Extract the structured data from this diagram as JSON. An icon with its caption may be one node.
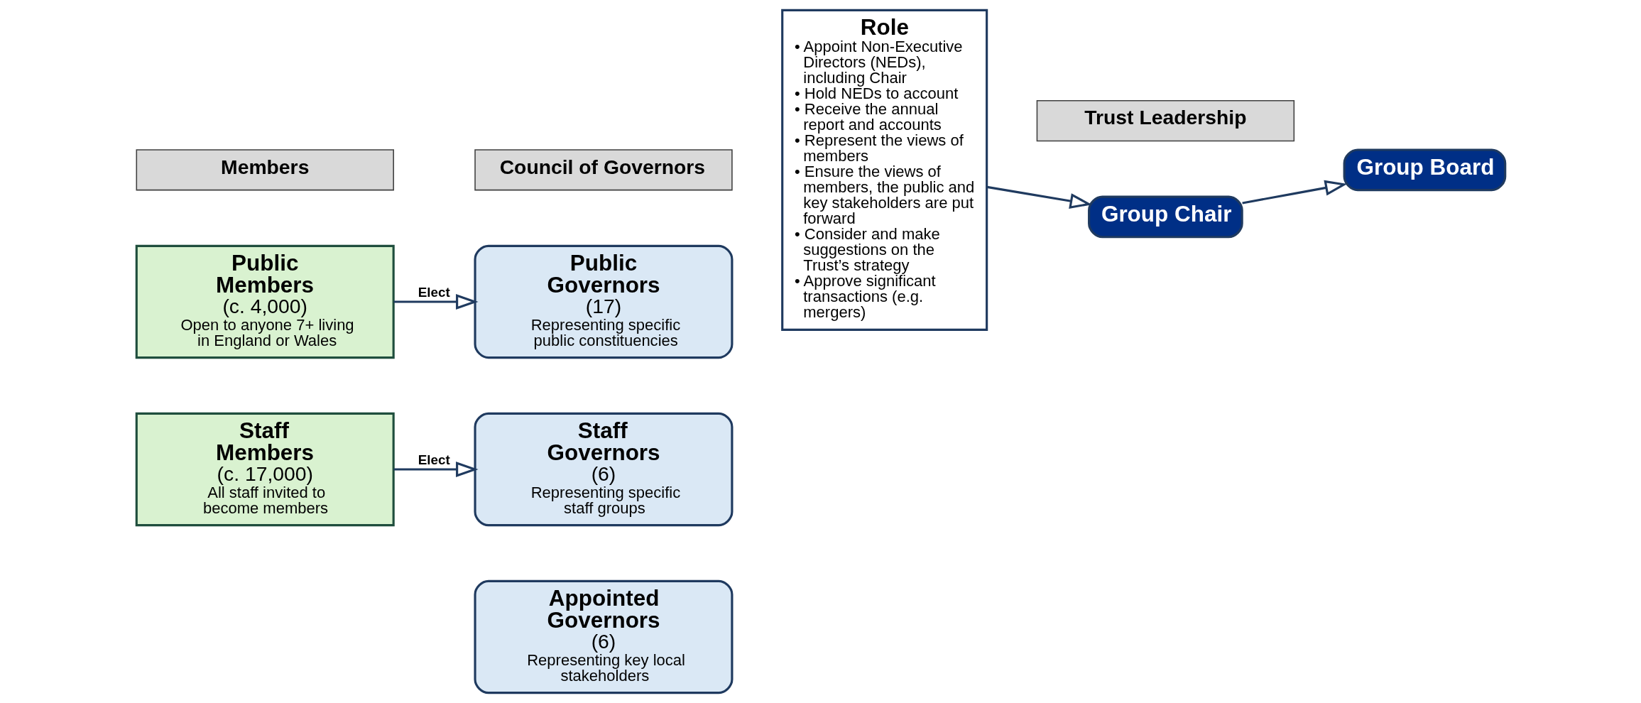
{
  "diagram": {
    "nodes": [
      {
        "text": [
          "Members"
        ]
      },
      {
        "text": [
          "Council of Governors"
        ]
      },
      {
        "text": [
          "Trust Leadership"
        ]
      },
      {
        "text": [
          "Public Members",
          "(c. 4,000)",
          "Open to anyone 7+ living in England or Wales"
        ]
      },
      {
        "text": [
          "Public Governors",
          "(17)",
          "Representing specific public constituencies"
        ]
      },
      {
        "text": [
          "Role",
          "• Appoint Non-Executive Directors (NEDs), including Chair",
          "• Hold NEDs to account",
          "• Receive the annual report and accounts",
          "• Represent the views of members",
          "• Ensure the views of members, the public and key stakeholders are put forward",
          "• Consider and make suggestions on the Trust’s strategy",
          "• Approve significant transactions (e.g. mergers)"
        ]
      },
      {
        "text": [
          "Group Chair"
        ]
      },
      {
        "text": [
          "Group Board"
        ]
      },
      {
        "text": [
          "Staff Members",
          "(c. 17,000)",
          "All staff invited to become members"
        ]
      },
      {
        "text": [
          "Staff Governors",
          "(6)",
          "Representing specific staff groups"
        ]
      },
      {
        "text": [
          "Appointed Governors",
          "(6)",
          "Representing key local stakeholders"
        ]
      }
    ],
    "edges": [
      {
        "from": 3,
        "to": 4,
        "arrow": "to",
        "label": "Elect"
      },
      {
        "from": 8,
        "to": 9,
        "arrow": "to",
        "label": "Elect"
      },
      {
        "from": 5,
        "to": 6,
        "arrow": "to"
      },
      {
        "from": 6,
        "to": 7,
        "arrow": "to"
      }
    ]
  }
}
